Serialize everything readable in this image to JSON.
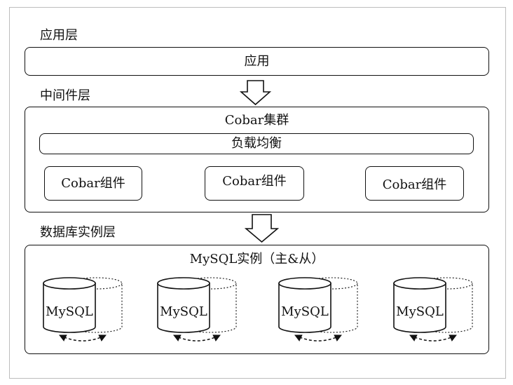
{
  "layers": {
    "application": {
      "label": "应用层",
      "box_label": "应用"
    },
    "middleware": {
      "label": "中间件层",
      "cluster_title": "Cobar集群",
      "load_balancer": "负载均衡",
      "components": [
        "Cobar组件",
        "Cobar组件",
        "Cobar组件"
      ]
    },
    "database": {
      "label": "数据库实例层",
      "group_title": "MySQL实例（主&从）",
      "instances": [
        "MySQL",
        "MySQL",
        "MySQL",
        "MySQL"
      ]
    }
  },
  "colors": {
    "stroke": "#111111",
    "frame": "#bdbdbd",
    "background": "#ffffff"
  }
}
